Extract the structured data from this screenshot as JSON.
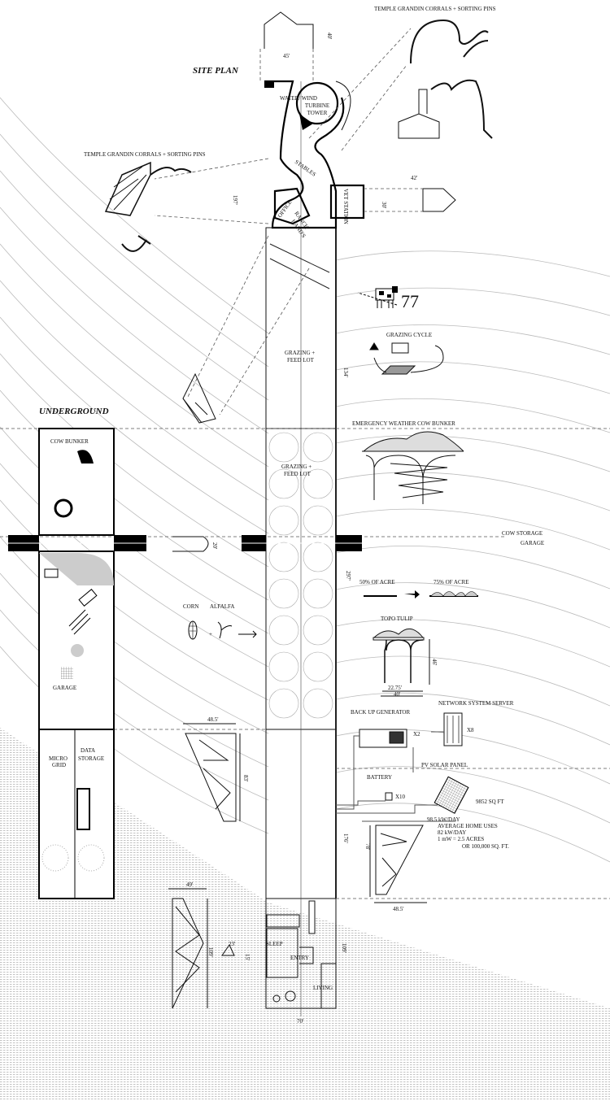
{
  "titles": {
    "site_plan": "SITE PLAN",
    "underground": "UNDERGROUND"
  },
  "callouts": {
    "corrals_top": "TEMPLE GRANDIN CORRALS + SORTING PINS",
    "corrals_left": "TEMPLE GRANDIN CORRALS + SORTING PINS",
    "cow_count": "77",
    "grazing_cycle": "GRAZING CYCLE",
    "bunker": "EMERGENCY WEATHER COW BUNKER",
    "cow_storage": "COW STORAGE",
    "garage_line": "GARAGE",
    "acre_50": "50% OF ACRE",
    "acre_75": "75% OF ACRE",
    "corn": "CORN",
    "alfalfa": "ALFALFA",
    "plus": "+",
    "topo_tulip": "TOPO TULIP",
    "network": "NETWORK SYSTEM SERVER",
    "generator": "BACK UP GENERATOR",
    "x2": "X2",
    "x8": "X8",
    "pv": "PV SOLAR PANEL",
    "battery": "BATTERY",
    "x10": "X10",
    "sqft": "9852 SQ FT",
    "energy": [
      "98.5 kW/DAY",
      "AVERAGE HOME USES",
      "82 kW/DAY",
      "1 mW =  2.5 ACRES",
      "OR 100,000 SQ. FT."
    ]
  },
  "rooms": {
    "tower": [
      "WATER/ WIND",
      "TURBINE",
      "TOWER"
    ],
    "stables": "STABLES",
    "office": "OFFICE",
    "ranch": [
      "RANCH",
      "HAND'S"
    ],
    "vet": "VET STATION",
    "grazing1": [
      "GRAZING +",
      "FEED LOT"
    ],
    "grazing2": [
      "GRAZING +",
      "FEED LOT"
    ],
    "sleep": "SLEEP",
    "entry": "ENTRY",
    "living": "LIVING",
    "cow_bunker": "COW BUNKER",
    "garage": "GARAGE",
    "micro": [
      "MICRO",
      "GRID"
    ],
    "data": [
      "DATA",
      "STORAGE"
    ]
  },
  "dims": {
    "d45": "45'",
    "d40a": "40'",
    "d197": "197'",
    "d42": "42'",
    "d30": "30'",
    "d134": "134'",
    "d297": "297'",
    "d20": "20'",
    "d46": "46'",
    "d2275": "22.75'",
    "d40b": "40'",
    "d485a": "48.5'",
    "d83": "83'",
    "d176": "176'",
    "d78": "78'",
    "d485b": "48.5'",
    "d49": "49'",
    "d109a": "109'",
    "d23": "23'",
    "d15": "15'",
    "d109b": "109'",
    "d70": "70'"
  }
}
